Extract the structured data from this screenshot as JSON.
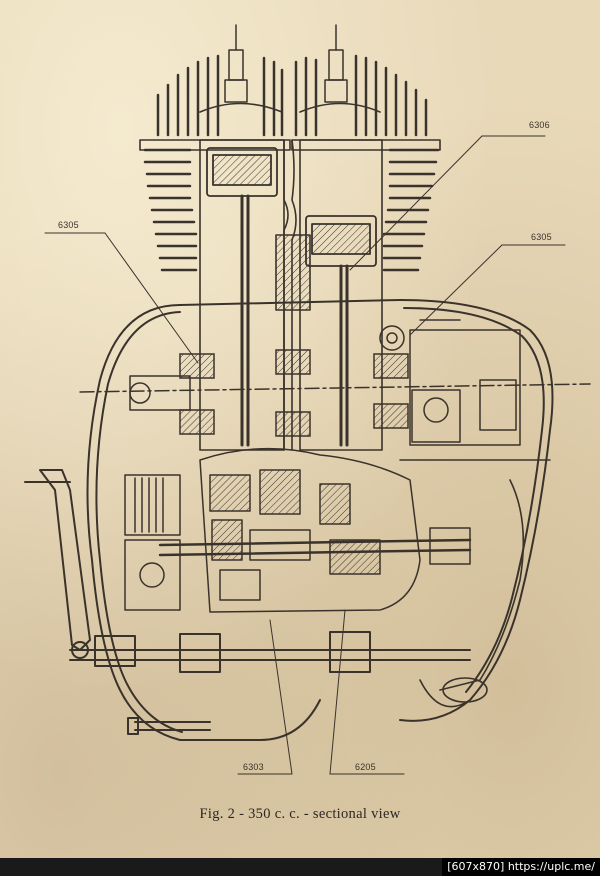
{
  "figure": {
    "caption": "Fig. 2 - 350 c. c. - sectional view"
  },
  "part_labels": {
    "top_right": "6306",
    "left": "6305",
    "right": "6305",
    "bottom_left": "6303",
    "bottom_right": "6205"
  },
  "watermark": {
    "text": "[607x870] https://uplc.me/"
  },
  "colors": {
    "paper": "#e8d9b9",
    "ink": "#3a332c"
  }
}
